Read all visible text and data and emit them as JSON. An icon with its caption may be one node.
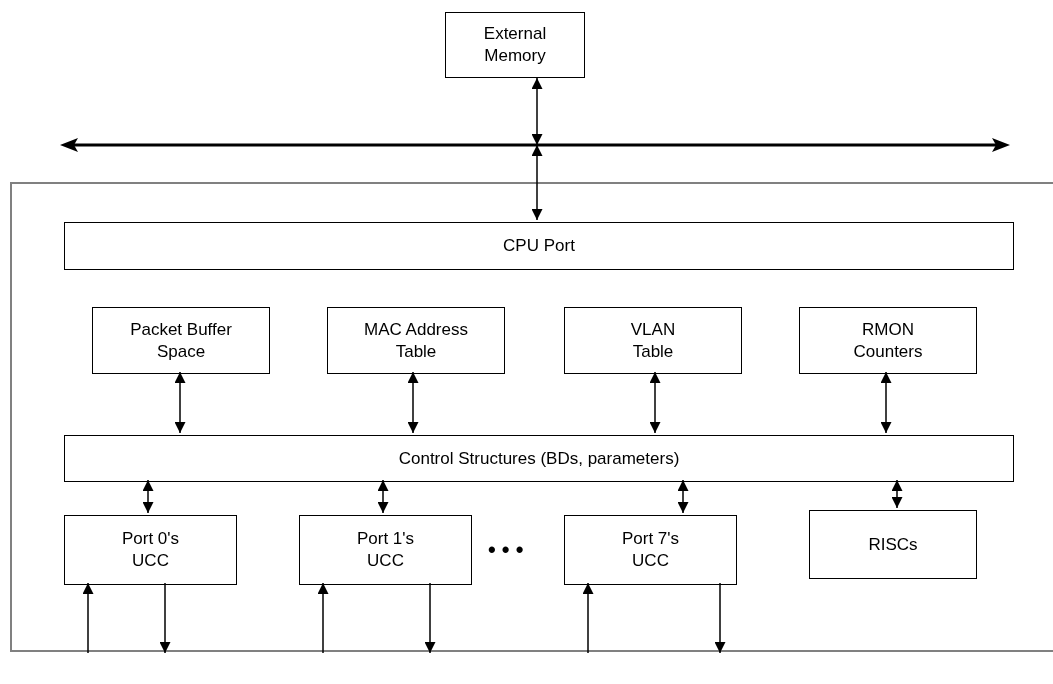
{
  "diagram": {
    "nodes": [
      {
        "text": [
          "External Memory"
        ]
      },
      {
        "text": [],
        "shape": "bar"
      },
      {
        "text": [],
        "shape": "box"
      },
      {
        "text": [
          "CPU Port"
        ],
        "in": 2
      },
      {
        "text": [
          "Packet Buffer Space"
        ],
        "in": 2
      },
      {
        "text": [
          "MAC Address Table"
        ],
        "in": 2
      },
      {
        "text": [
          "VLAN Table"
        ],
        "in": 2
      },
      {
        "text": [
          "RMON Counters"
        ],
        "in": 2
      },
      {
        "text": [
          "Control Structures (BDs, parameters)"
        ],
        "in": 2
      },
      {
        "text": [
          "Port 0's UCC"
        ],
        "in": 2
      },
      {
        "text": [
          "Port 1's UCC"
        ],
        "in": 2
      },
      {
        "text": [
          "Port 7's UCC"
        ],
        "in": 2
      },
      {
        "text": [
          "RISCs"
        ],
        "in": 2
      }
    ],
    "edges": [
      {
        "from": 0,
        "to": 1,
        "arrow": "both"
      },
      {
        "from": 1,
        "to": 3,
        "arrow": "both"
      },
      {
        "from": 4,
        "to": 8,
        "arrow": "both"
      },
      {
        "from": 5,
        "to": 8,
        "arrow": "both"
      },
      {
        "from": 6,
        "to": 8,
        "arrow": "both"
      },
      {
        "from": 7,
        "to": 8,
        "arrow": "both"
      },
      {
        "from": 8,
        "to": 9,
        "arrow": "both"
      },
      {
        "from": 8,
        "to": 10,
        "arrow": "both"
      },
      {
        "from": 8,
        "to": 11,
        "arrow": "both"
      },
      {
        "from": 8,
        "to": 12,
        "arrow": "both"
      },
      {
        "from": null,
        "to": 9,
        "arrow": "to"
      },
      {
        "from": 9,
        "to": null,
        "arrow": "to"
      },
      {
        "from": null,
        "to": 10,
        "arrow": "to"
      },
      {
        "from": 10,
        "to": null,
        "arrow": "to"
      },
      {
        "from": null,
        "to": 11,
        "arrow": "to"
      },
      {
        "from": 11,
        "to": null,
        "arrow": "to"
      }
    ],
    "labels": [
      "• • •"
    ]
  }
}
